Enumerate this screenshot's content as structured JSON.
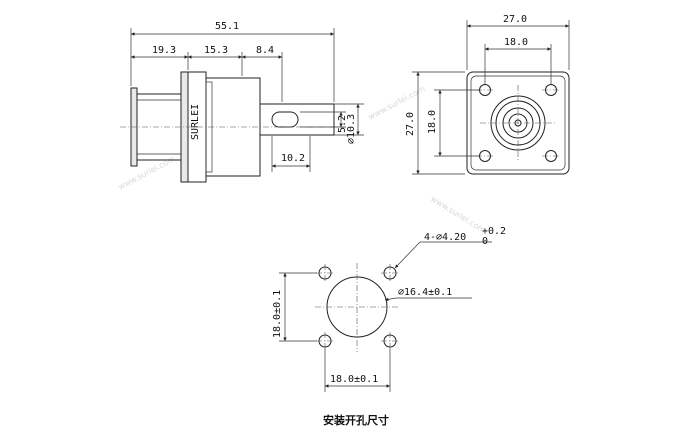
{
  "side_view": {
    "dims": {
      "overall": "55.1",
      "left": "19.3",
      "mid": "15.3",
      "right": "8.4",
      "slot": "10.2",
      "dia": "⌀10.3",
      "slot_w": "5.2"
    },
    "brand": "SURLEI"
  },
  "front_view": {
    "dims": {
      "outer_w": "27.0",
      "inner_w": "18.0",
      "outer_h": "27.0",
      "inner_h": "18.0"
    }
  },
  "cutout": {
    "holes": "4-⌀4.20",
    "tol_upper": "+0.2",
    "tol_lower": "0",
    "center": "⌀16.4±0.1",
    "width": "18.0±0.1",
    "height": "18.0±0.1",
    "caption": "安装开孔尺寸"
  },
  "watermarks": [
    "www.surlei.com",
    "www.surlei.com",
    "www.surlei.com"
  ]
}
